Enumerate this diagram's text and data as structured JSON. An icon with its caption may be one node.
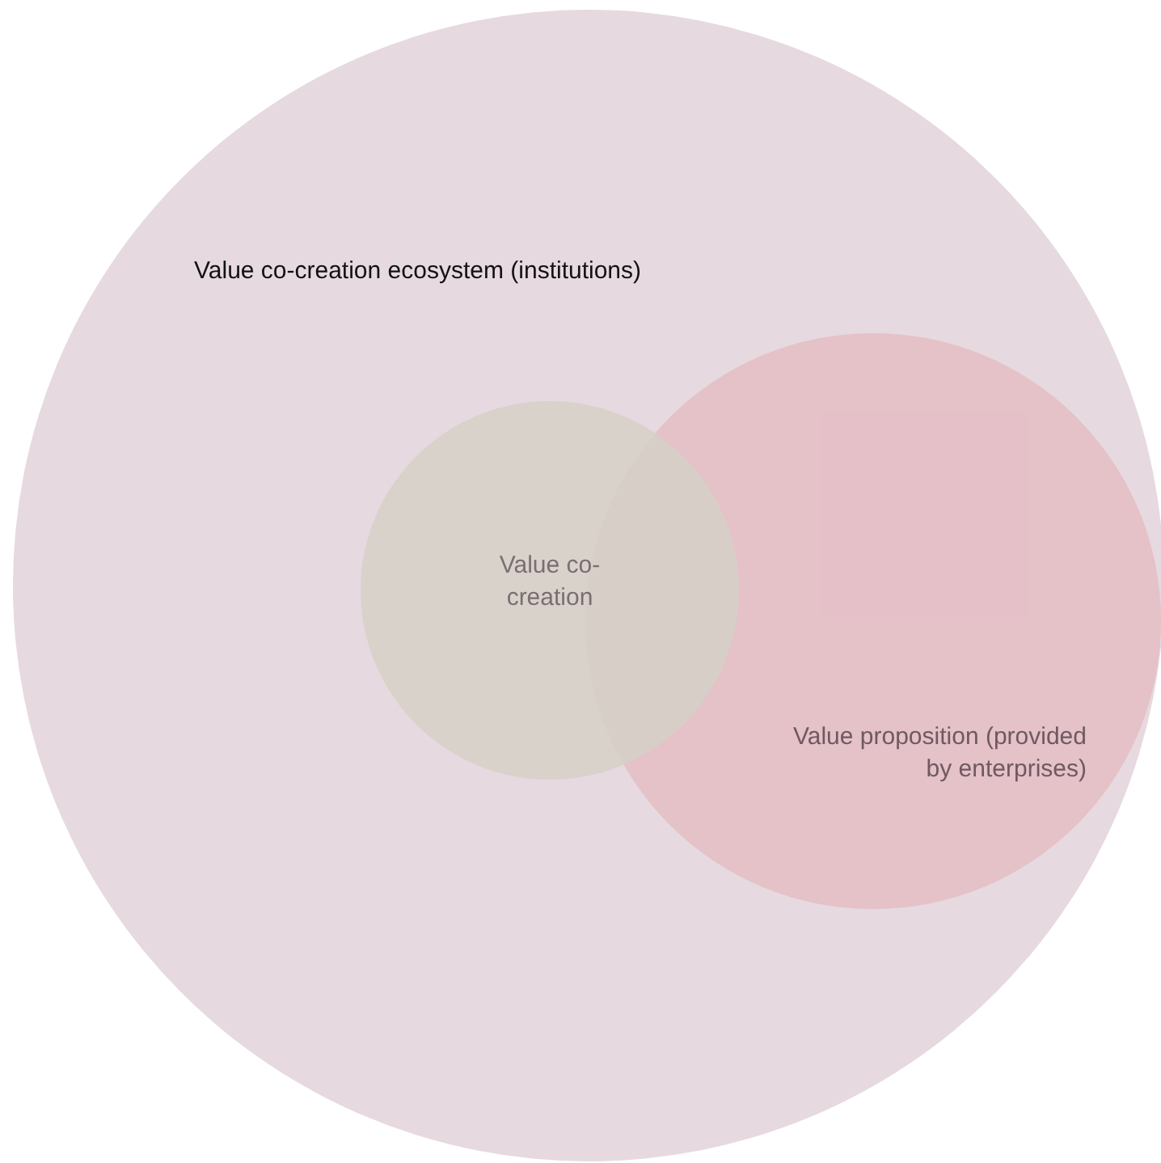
{
  "diagram": {
    "nodes": [
      {
        "text": [
          "Value co-creation ecosystem (institutions)"
        ]
      },
      {
        "text": [
          "Value co-creation"
        ],
        "in": 0
      },
      {
        "text": [
          "Value proposition (provided by enterprises)"
        ],
        "in": 0
      }
    ]
  }
}
